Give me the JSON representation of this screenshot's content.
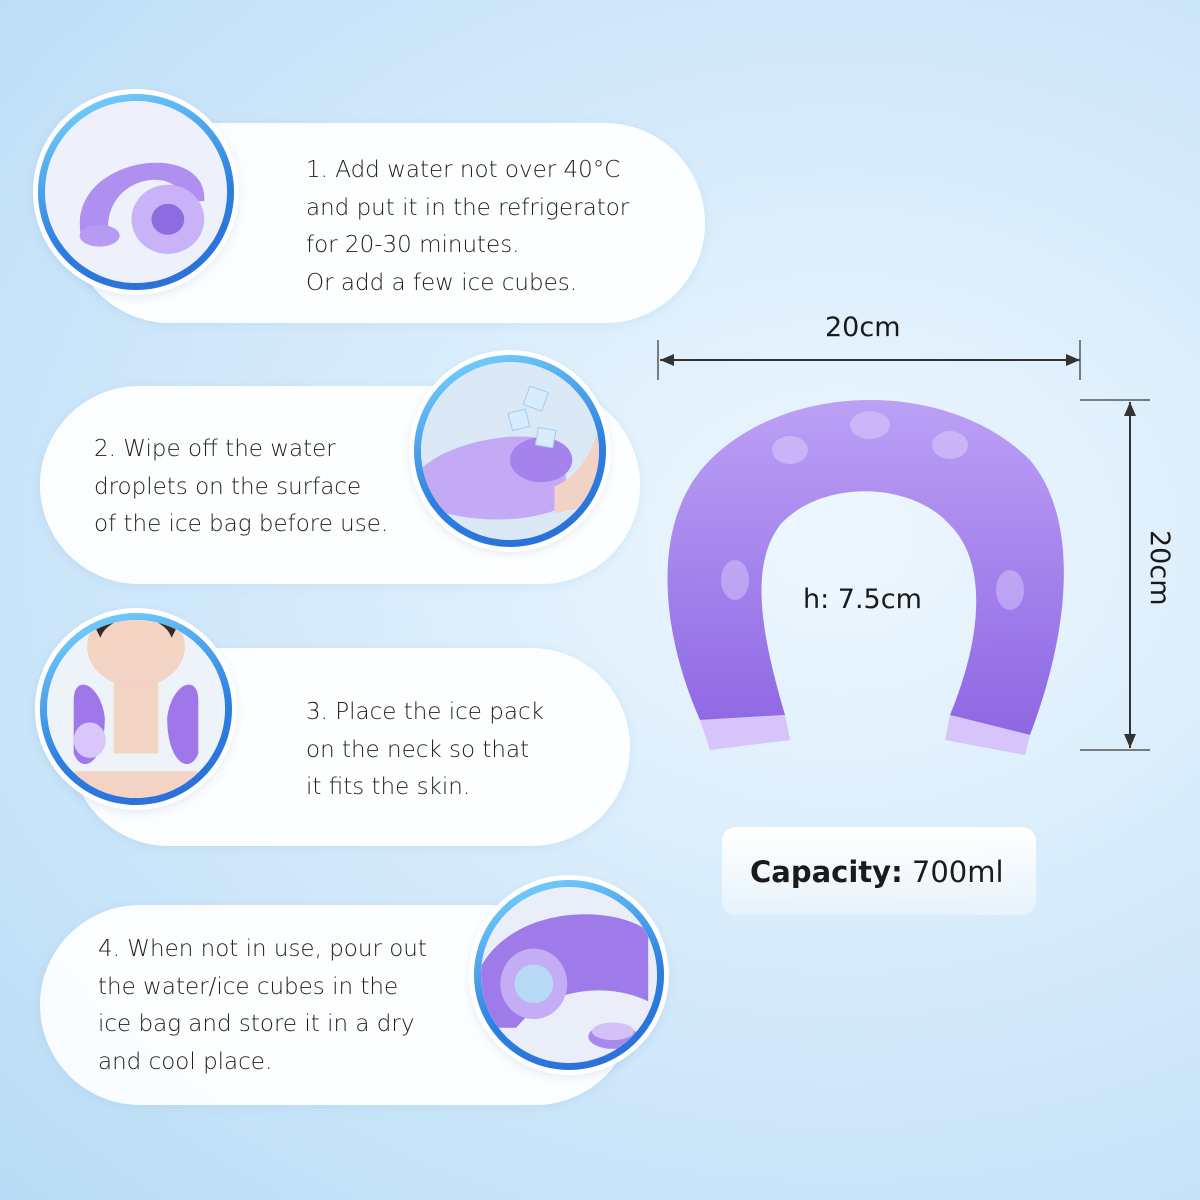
{
  "steps": [
    {
      "text": "1. Add water not over 40°C\nand put it in the refrigerator\nfor 20-30 minutes.\nOr add a few ice cubes.",
      "icon": "ice-pack-filling-icon"
    },
    {
      "text": "2. Wipe off the water\ndroplets on the surface\nof the ice bag before use.",
      "icon": "ice-cubes-in-bag-icon"
    },
    {
      "text": "3. Place the ice pack\non the neck so that\nit fits the skin.",
      "icon": "ice-pack-on-neck-icon"
    },
    {
      "text": "4. When not in use, pour out\nthe water/ice cubes in the\nice bag and store it in a dry\nand cool place.",
      "icon": "ice-pack-cap-icon"
    }
  ],
  "dimensions": {
    "width_label": "20cm",
    "height_label": "20cm",
    "thickness_label": "h: 7.5cm"
  },
  "capacity": {
    "label": "Capacity:",
    "value": "700ml"
  },
  "colors": {
    "product": "#9a73e8",
    "ring": "#2c7fe0",
    "background": "#d6ebfb"
  }
}
